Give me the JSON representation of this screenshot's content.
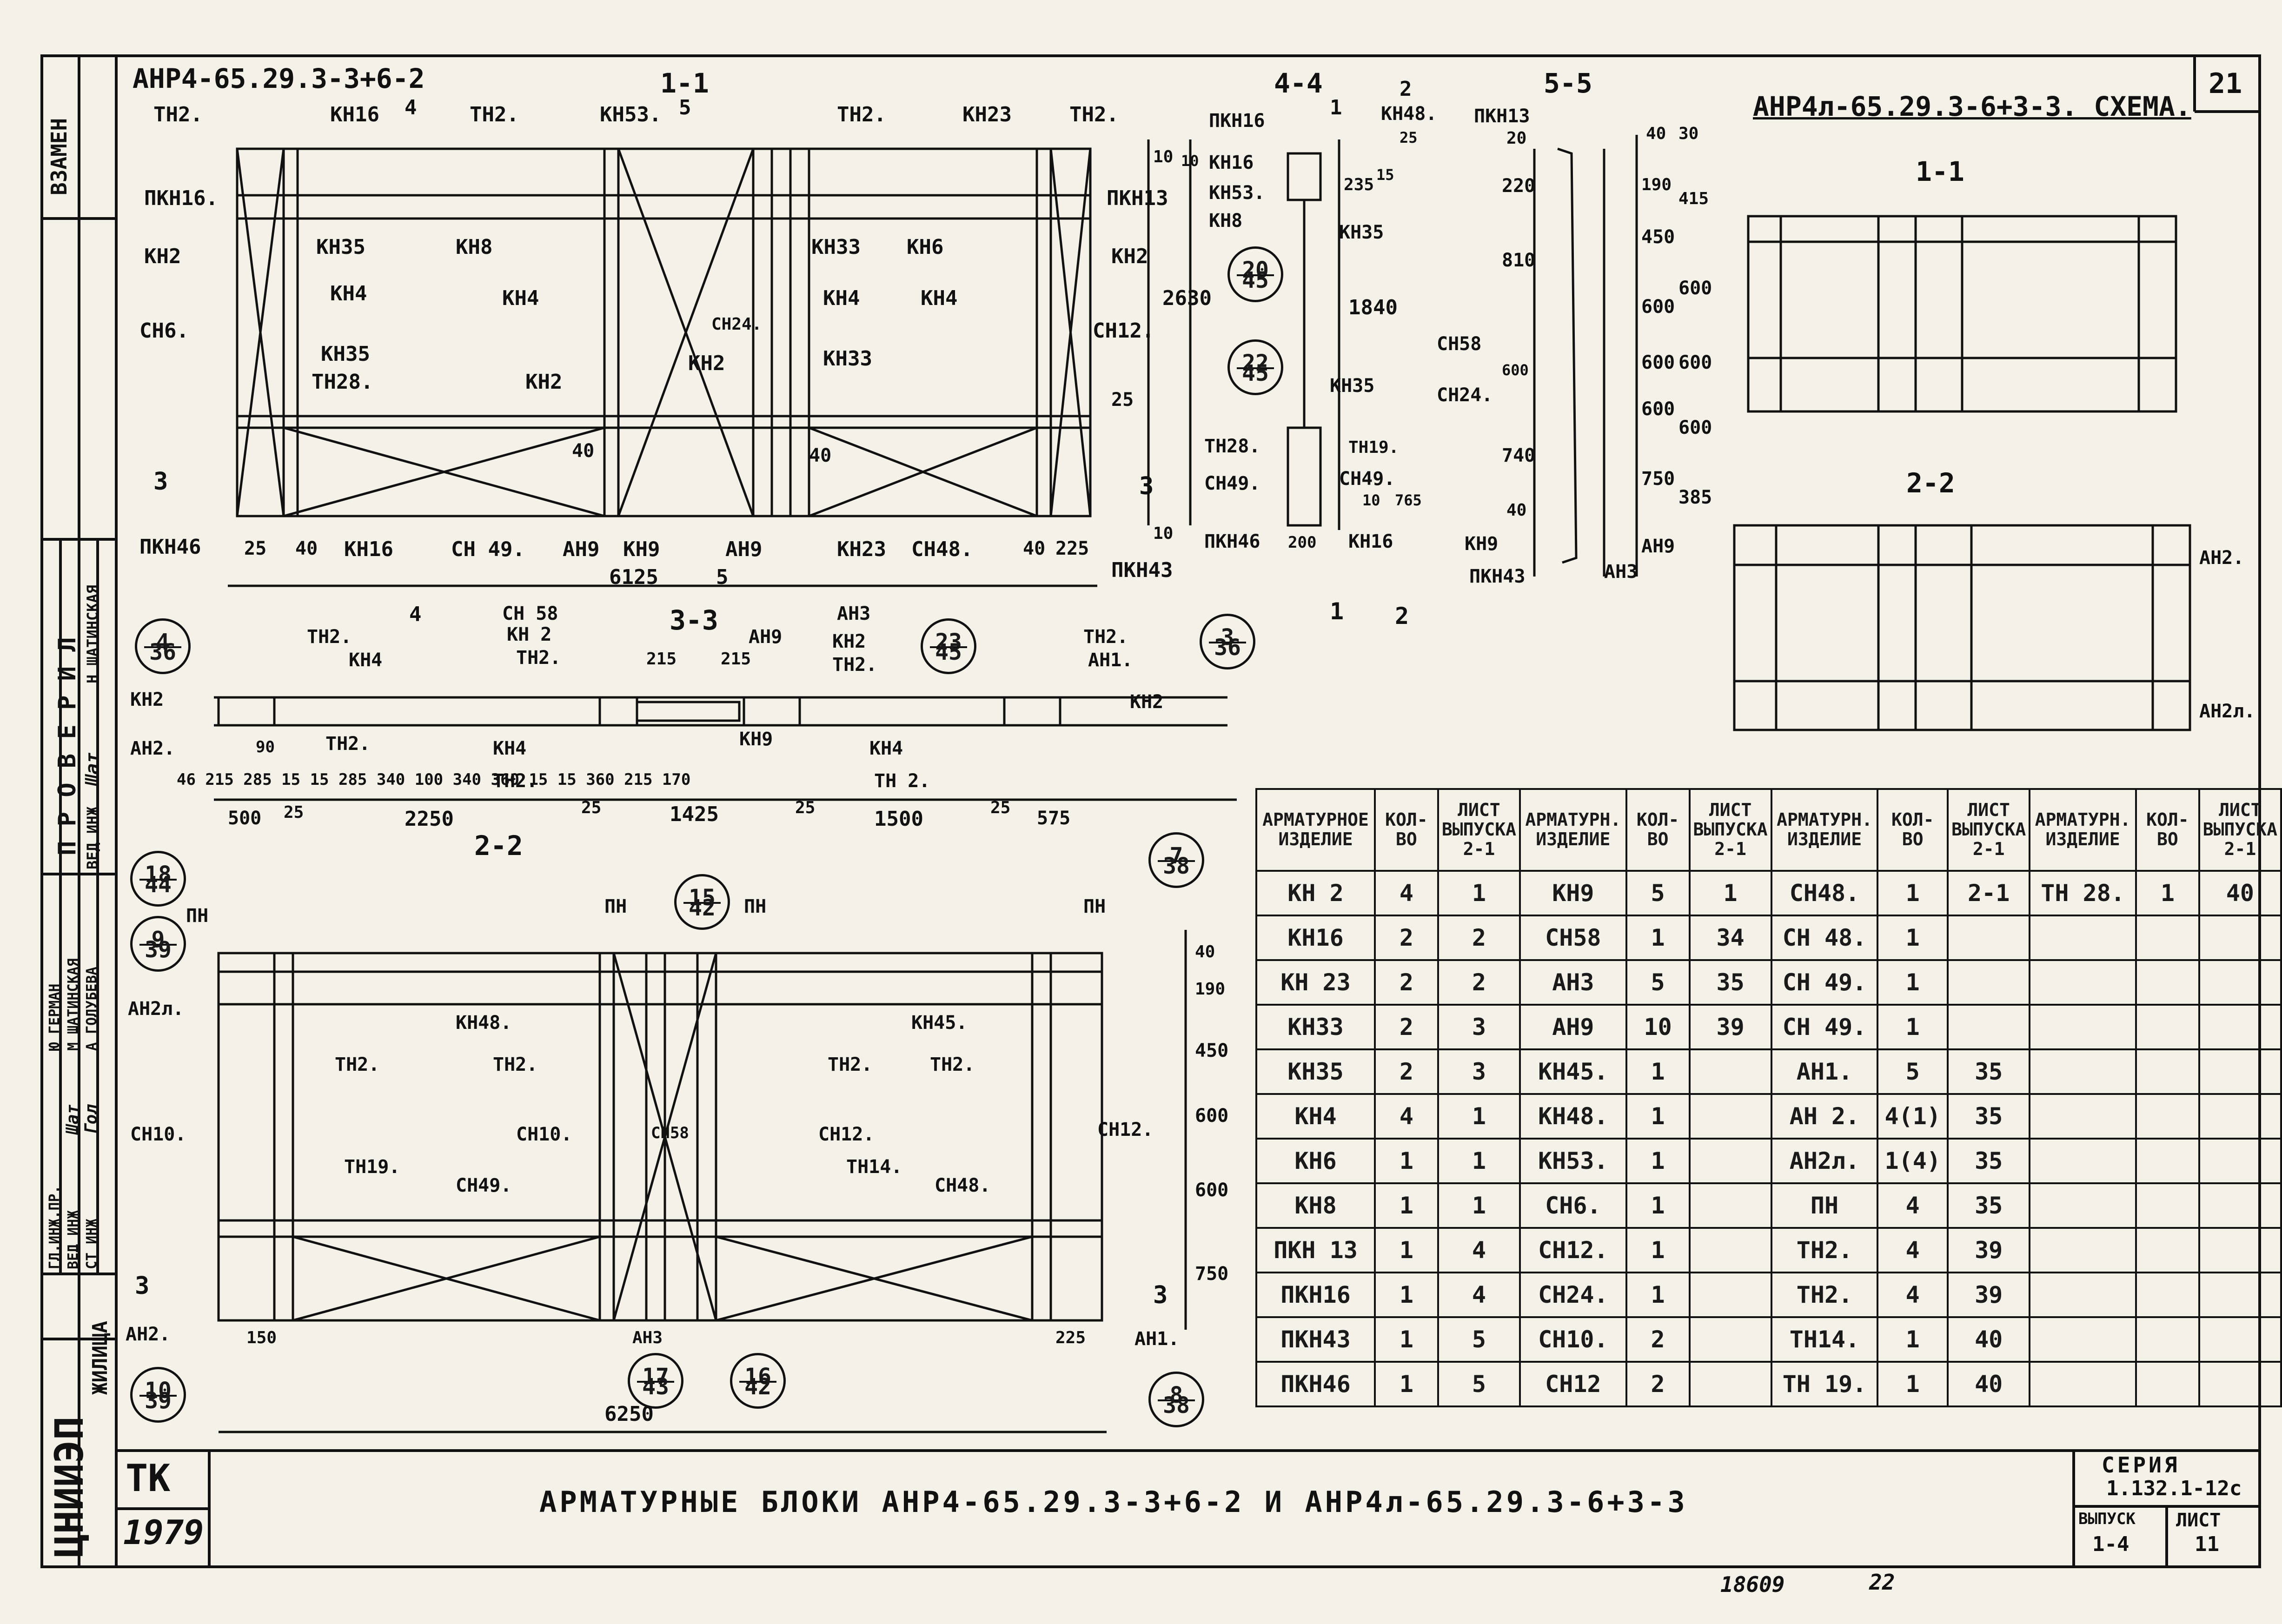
{
  "header": {
    "block_left": "АНР4-65.29.3-3+6-2",
    "block_right": "АНР4л-65.29.3-6+3-3. СХЕМА.",
    "sheet_no": "21"
  },
  "sections": {
    "s11": "1-1",
    "s44": "4-4",
    "s55": "5-5",
    "s33": "3-3",
    "s22": "2-2",
    "r11": "1-1",
    "r22": "2-2"
  },
  "labels_top": {
    "th2a": "ТН2.",
    "kn16a": "КН16",
    "n4": "4",
    "th2b": "ТН2.",
    "kn53": "КН53.",
    "n5": "5",
    "th2c": "ТН2.",
    "kn23": "КН23",
    "th2d": "ТН2.",
    "pkn16": "ПКН16.",
    "pkn13": "ПКН13",
    "kn35a": "КН35",
    "kn8": "КН8",
    "kn33a": "КН33",
    "kn6": "КН6",
    "kn2a": "КН2",
    "kn2b": "КН2",
    "kn4a": "КН4",
    "kn4b": "КН4",
    "kn4c": "КН4",
    "kn4d": "КН4",
    "ch6": "СН6.",
    "ch24": "СН24.",
    "ch12": "СН12.",
    "kn35b": "КН35",
    "kn2c": "КН2",
    "kn33b": "КН33",
    "th28": "ТН28.",
    "kn2d": "КН2",
    "d40a": "40",
    "d40b": "40",
    "d25": "25",
    "d2630": "2630",
    "d10a": "10",
    "d10b": "10",
    "pkn46": "ПКН46",
    "d25b": "25",
    "d40c": "40",
    "kn16b": "КН16",
    "ch49": "СН 49.",
    "an9a": "АН9",
    "kn9": "КН9",
    "an9b": "АН9",
    "kn23b": "КН23",
    "ch48": "СН48.",
    "d40d": "40",
    "d225": "225",
    "pkn43": "ПКН43",
    "d6125": "6125",
    "n5b": "5",
    "n4b": "4",
    "n3a": "3",
    "n3b": "3"
  },
  "labels_44": {
    "pkn16": "ПКН16",
    "kn48": "КН48.",
    "n1": "1",
    "n2": "2",
    "kn16": "КН16",
    "kn53": "КН53.",
    "kn8": "КН8",
    "kn35": "КН35",
    "d235": "235",
    "d15": "15",
    "d25": "25",
    "d10": "10",
    "d1840": "1840",
    "kn35b": "КН35",
    "th28": "ТН28.",
    "th19": "ТН19.",
    "ch49": "СН49.",
    "ch49b": "СН49.",
    "d765": "765",
    "d10b": "10",
    "pkn46": "ПКН46",
    "d200": "200",
    "kn16b": "КН16",
    "n1b": "1",
    "n2b": "2"
  },
  "labels_55": {
    "pkn13": "ПКН13",
    "d20": "20",
    "d220": "220",
    "d810": "810",
    "ch58": "СН58",
    "ch24": "СН24.",
    "d600a": "600",
    "d740": "740",
    "d40": "40",
    "kn9": "КН9",
    "pkn43": "ПКН43",
    "an9": "АН9",
    "an3": "АН3",
    "d40b": "40",
    "d30": "30",
    "d190": "190",
    "d415": "415",
    "d450": "450",
    "d600b": "600",
    "d600c": "600",
    "d600d": "600",
    "d600e": "600",
    "d600f": "600",
    "d600g": "600",
    "d750": "750",
    "d385": "385"
  },
  "labels_33": {
    "ch58": "СН 58",
    "kn2a": "КН 2",
    "th2a": "ТН2.",
    "an3": "АН3",
    "an9": "АН9",
    "kn2b": "КН2",
    "th2b": "ТН2.",
    "d215a": "215",
    "d215b": "215",
    "th2c": "ТН2.",
    "kn4a": "КН4",
    "th2d": "ТН2.",
    "an1": "АН1.",
    "kn2c": "КН2",
    "kn2d": "КН2",
    "an2": "АН2.",
    "th2e": "ТН2.",
    "kn4b": "КН4",
    "kn9": "КН9",
    "kn4c": "КН4",
    "th2f": "ТН2.",
    "th2g": "ТН 2.",
    "dims": "46  215 285 15        15  285 340 100 340 360  15        15  360 215  170",
    "d500": "500",
    "d25a": "25",
    "d2250": "2250",
    "d25b": "25",
    "d1425": "1425",
    "d25c": "25",
    "d1500": "1500",
    "d25d": "25",
    "d575": "575",
    "d90": "90"
  },
  "labels_22": {
    "pn1": "ПН",
    "pn2": "ПН",
    "pn3": "ПН",
    "pn4": "ПН",
    "an2l": "АН2л.",
    "kn48": "КН48.",
    "kn45": "КН45.",
    "th2a": "ТН2.",
    "th2b": "ТН2.",
    "th2c": "ТН2.",
    "th2d": "ТН2.",
    "ch10a": "СН10.",
    "ch10b": "СН10.",
    "ch58": "СН58",
    "ch12a": "СН12.",
    "ch12b": "СН12.",
    "th19": "ТН19.",
    "ch49": "СН49.",
    "th14": "ТН14.",
    "ch48": "СН48.",
    "an2": "АН2.",
    "d150": "150",
    "an3": "АН3",
    "d225": "225",
    "an1": "АН1.",
    "d6250": "6250",
    "n3a": "3",
    "n3b": "3",
    "d40": "40",
    "d190": "190",
    "d450": "450",
    "d600a": "600",
    "d600b": "600",
    "d750": "750"
  },
  "labels_right": {
    "an2": "АН2.",
    "an2l": "АН2л."
  },
  "circles": [
    {
      "t": "20",
      "b": "45"
    },
    {
      "t": "22",
      "b": "45"
    },
    {
      "t": "4",
      "b": "36"
    },
    {
      "t": "23",
      "b": "45"
    },
    {
      "t": "3",
      "b": "36"
    },
    {
      "t": "18",
      "b": "44"
    },
    {
      "t": "9",
      "b": "39"
    },
    {
      "t": "15",
      "b": "42"
    },
    {
      "t": "7",
      "b": "38"
    },
    {
      "t": "10",
      "b": "39"
    },
    {
      "t": "17",
      "b": "43"
    },
    {
      "t": "16",
      "b": "42"
    },
    {
      "t": "8",
      "b": "38"
    }
  ],
  "spec_table": {
    "headers": [
      "АРМАТУРНОЕ ИЗДЕЛИЕ",
      "КОЛ-ВО",
      "ЛИСТ ВЫПУСКА 2-1",
      "АРМАТУРН. ИЗДЕЛИЕ",
      "КОЛ-ВО",
      "ЛИСТ ВЫПУСКА 2-1",
      "АРМАТУРН. ИЗДЕЛИЕ",
      "КОЛ-ВО",
      "ЛИСТ ВЫПУСКА 2-1",
      "АРМАТУРН. ИЗДЕЛИЕ",
      "КОЛ-ВО",
      "ЛИСТ ВЫПУСКА 2-1"
    ],
    "rows": [
      [
        "КН 2",
        "4",
        "1",
        "КН9",
        "5",
        "1",
        "СН48.",
        "1",
        "2-1",
        "ТН 28.",
        "1",
        "40"
      ],
      [
        "КН16",
        "2",
        "2",
        "СН58",
        "1",
        "34",
        "СН 48.",
        "1",
        "",
        "",
        "",
        ""
      ],
      [
        "КН 23",
        "2",
        "2",
        "АН3",
        "5",
        "35",
        "СН 49.",
        "1",
        "",
        "",
        "",
        ""
      ],
      [
        "КН33",
        "2",
        "3",
        "АН9",
        "10",
        "39",
        "СН 49.",
        "1",
        "",
        "",
        "",
        ""
      ],
      [
        "КН35",
        "2",
        "3",
        "КН45.",
        "1",
        "",
        "АН1.",
        "5",
        "35",
        "",
        "",
        ""
      ],
      [
        "КН4",
        "4",
        "1",
        "КН48.",
        "1",
        "",
        "АН 2.",
        "4(1)",
        "35",
        "",
        "",
        ""
      ],
      [
        "КН6",
        "1",
        "1",
        "КН53.",
        "1",
        "",
        "АН2л.",
        "1(4)",
        "35",
        "",
        "",
        ""
      ],
      [
        "КН8",
        "1",
        "1",
        "СН6.",
        "1",
        "",
        "ПН",
        "4",
        "35",
        "",
        "",
        ""
      ],
      [
        "ПКН 13",
        "1",
        "4",
        "СН12.",
        "1",
        "",
        "ТН2.",
        "4",
        "39",
        "",
        "",
        ""
      ],
      [
        "ПКН16",
        "1",
        "4",
        "СН24.",
        "1",
        "",
        "ТН2.",
        "4",
        "39",
        "",
        "",
        ""
      ],
      [
        "ПКН43",
        "1",
        "5",
        "СН10.",
        "2",
        "",
        "ТН14.",
        "1",
        "40",
        "",
        "",
        ""
      ],
      [
        "ПКН46",
        "1",
        "5",
        "СН12",
        "2",
        "",
        "ТН 19.",
        "1",
        "40",
        "",
        "",
        ""
      ]
    ]
  },
  "left_strip": {
    "vzamen": "ВЗАМЕН",
    "proveril": "П Р О В Е Р И Л",
    "shatinskaya": "Н ШАТИНСКАЯ",
    "ved_inzh": "ВЕД ИНЖ",
    "sign_a": "Шат",
    "german": "Ю ГЕРМАН",
    "m_shatinskaya": "М ШАТИНСКАЯ",
    "golubeva": "А ГОЛУБЕВА",
    "gl_inzh": "ГЛ.ИНЖ.ПР.",
    "ved_inzh2": "ВЕД ИНЖ",
    "st_inzh": "СТ ИНЖ",
    "sign_b": "Шат",
    "sign_c": "Гол",
    "tsniiep": "ЦНИИЭП",
    "zhilishcha": "ЖИЛИЩА",
    "tk": "ТК",
    "year": "1979"
  },
  "title_block": {
    "title": "АРМАТУРНЫЕ БЛОКИ  АНР4-65.29.3-3+6-2  И  АНР4л-65.29.3-6+3-3",
    "seriya_label": "СЕРИЯ",
    "seriya": "1.132.1-12с",
    "vypusk_label": "ВЫПУСК",
    "vypusk": "1-4",
    "list_label": "ЛИСТ",
    "list": "11"
  },
  "footer": {
    "num1": "18609",
    "num2": "22"
  }
}
